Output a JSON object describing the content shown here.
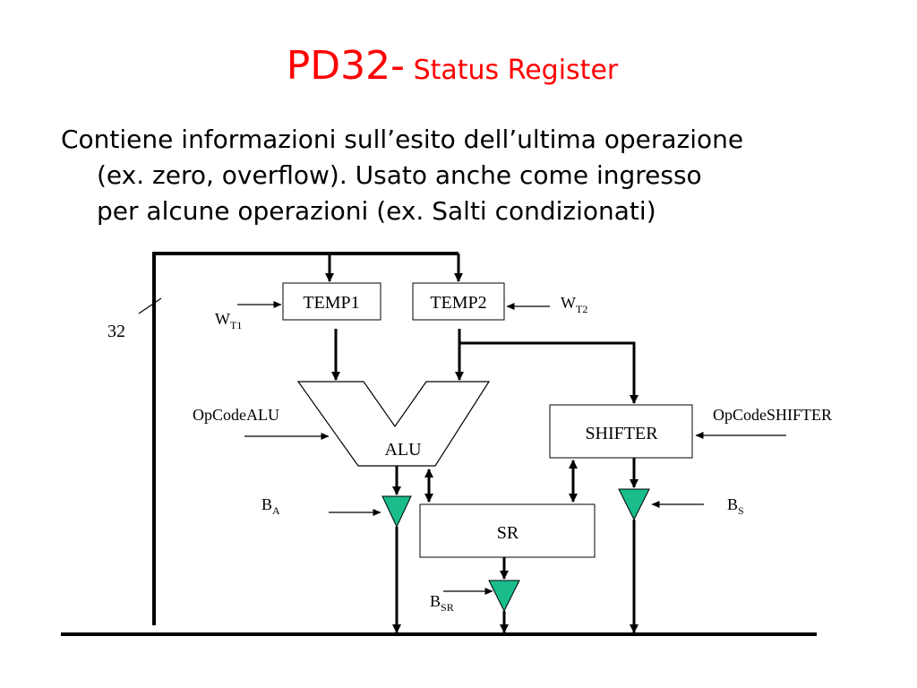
{
  "slide": {
    "title_main": "PD32-",
    "title_sub": " Status Register",
    "title_color": "#ff0000",
    "body_lines": [
      "Contiene informazioni sull’esito dell’ultima operazione",
      "(ex. zero, overflow). Usato anche come ingresso",
      "per alcune operazioni (ex. Salti condizionati)"
    ]
  },
  "diagram": {
    "bus_width_label": "32",
    "blocks": {
      "temp1": "TEMP1",
      "temp2": "TEMP2",
      "alu": "ALU",
      "shifter": "SHIFTER",
      "sr": "SR"
    },
    "signals": {
      "wt1": {
        "base": "W",
        "sub": "T1"
      },
      "wt2": {
        "base": "W",
        "sub": "T2"
      },
      "opcode_alu": "OpCodeALU",
      "opcode_shifter": "OpCodeSHIFTER",
      "ba": {
        "base": "B",
        "sub": "A"
      },
      "bs": {
        "base": "B",
        "sub": "S"
      },
      "bsr": {
        "base": "B",
        "sub": "SR"
      }
    },
    "buffer_color": "#1abc8c"
  }
}
